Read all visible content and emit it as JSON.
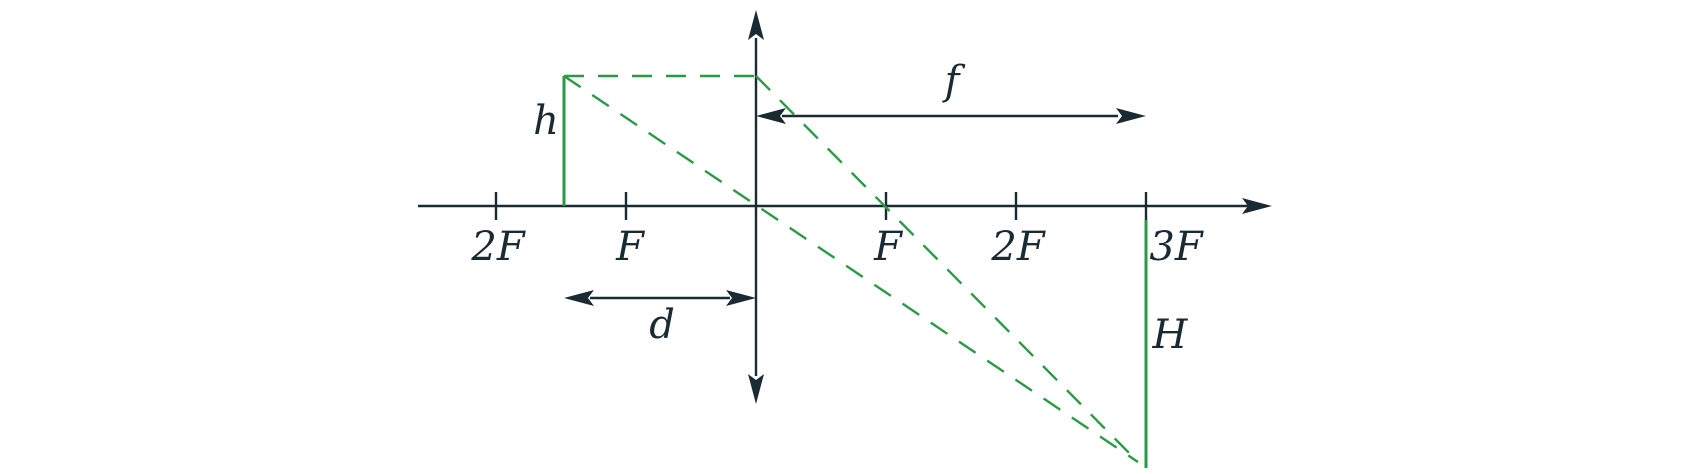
{
  "labels": {
    "tick_2F_left": "2F",
    "tick_F_left": "F",
    "tick_F_right": "F",
    "tick_2F_right": "2F",
    "tick_3F": "3F",
    "object_height": "h",
    "image_height": "H",
    "object_distance": "d",
    "focal_length": "f"
  },
  "colors": {
    "axis": "#1a2a33",
    "rays": "#2a9a44"
  }
}
